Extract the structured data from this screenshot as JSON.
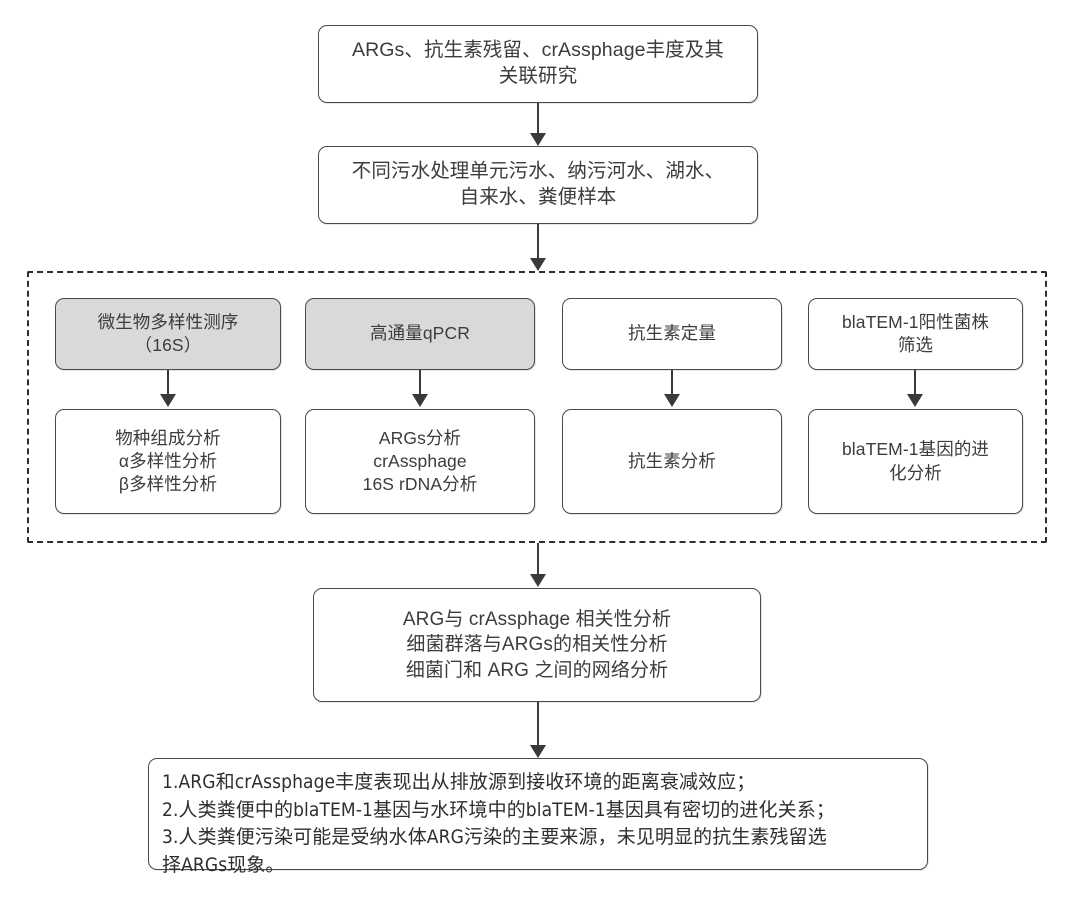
{
  "diagram": {
    "title": "ARGs / antibiotic residue / crAssphage research flowchart",
    "colors": {
      "box_border": "#4a4a4a",
      "box_fill": "#ffffff",
      "shaded_fill": "#d9d9d9",
      "text": "#3c3c3c",
      "connector": "#3a3a3a",
      "dashed_border": "#2e2e2e",
      "background": "#ffffff"
    },
    "nodes": {
      "topic": "ARGs、抗生素残留、crAssphage丰度及其\n关联研究",
      "samples": "不同污水处理单元污水、纳污河水、湖水、\n自来水、粪便样本",
      "methods": [
        {
          "id": "sequencing",
          "label": "微生物多样性测序\n（16S）",
          "shaded": true,
          "result": "物种组成分析\nα多样性分析\nβ多样性分析"
        },
        {
          "id": "qpcr",
          "label": "高通量qPCR",
          "shaded": true,
          "result": "ARGs分析\ncrAssphage\n16S rDNA分析"
        },
        {
          "id": "antibiotic-quant",
          "label": "抗生素定量",
          "shaded": false,
          "result": "抗生素分析"
        },
        {
          "id": "blatem-screening",
          "label": "blaTEM-1阳性菌株\n筛选",
          "shaded": false,
          "result": "blaTEM-1基因的进\n化分析"
        }
      ],
      "correlation": "ARG与 crAssphage 相关性分析\n细菌群落与ARGs的相关性分析\n细菌门和 ARG 之间的网络分析",
      "conclusions": "1.ARG和crAssphage丰度表现出从排放源到接收环境的距离衰减效应；\n2.人类粪便中的blaTEM-1基因与水环境中的blaTEM-1基因具有密切的进化关系；\n3.人类粪便污染可能是受纳水体ARG污染的主要来源，未见明显的抗生素残留选\n择ARGs现象。"
    }
  }
}
